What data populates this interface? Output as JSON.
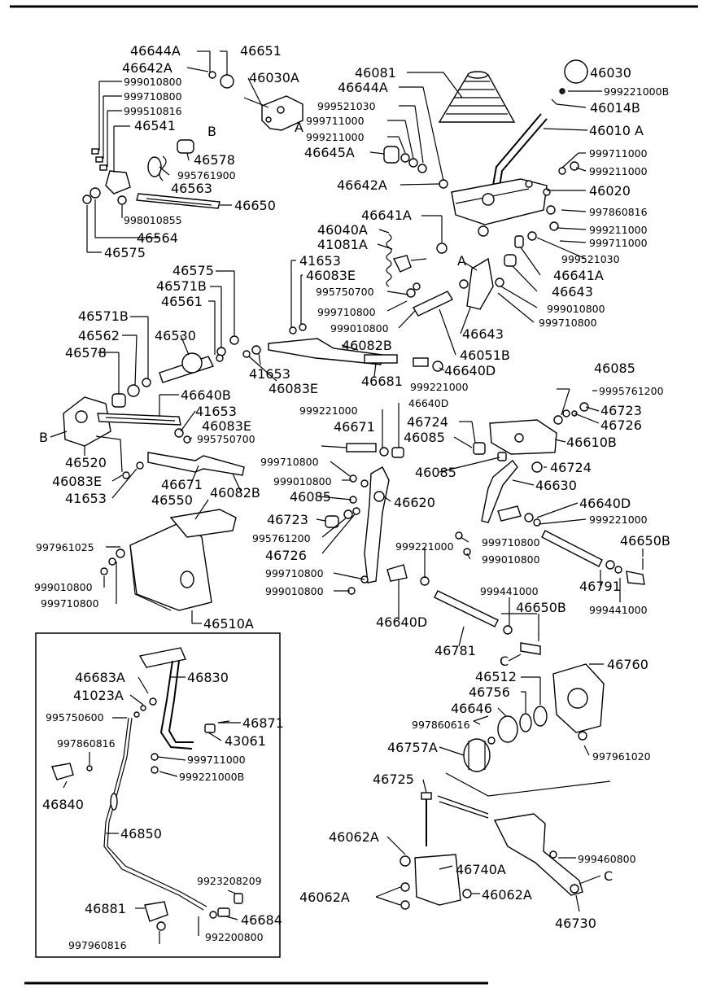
{
  "parts": {
    "p46644A_top": "46644A",
    "p46651": "46651",
    "p46642A_top": "46642A",
    "p46030A": "46030A",
    "p999010800_a": "999010800",
    "p999710800_a": "999710800",
    "p999510816": "999510816",
    "p46541": "46541",
    "pB_1": "B",
    "p46578_a": "46578",
    "p995761900": "995761900",
    "p46563": "46563",
    "p46650": "46650",
    "p998010855": "998010855",
    "p46564": "46564",
    "p46575_a": "46575",
    "p46081": "46081",
    "p46644A_b": "46644A",
    "p999521030_a": "999521030",
    "p999711000_a": "999711000",
    "p999211000_a": "999211000",
    "p46645A": "46645A",
    "p46642A_b": "46642A",
    "p46030": "46030",
    "p999221000B_a": "999221000B",
    "p46014B": "46014B",
    "p46010A": "46010 A",
    "p999711000_b": "999711000",
    "p999211000_b": "999211000",
    "p46020": "46020",
    "p997860816_a": "997860816",
    "p999211000_c": "999211000",
    "p999711000_c": "999711000",
    "p999521030_b": "999521030",
    "p46641A_a": "46641A",
    "p46641A_b": "46641A",
    "p46040A": "46040A",
    "p41081A": "41081A",
    "p41653_a": "41653",
    "p46083E_a": "46083E",
    "p995750700_a": "995750700",
    "p999710800_b": "999710800",
    "p999010800_b": "999010800",
    "pA_1": "A",
    "pA_2": "A",
    "p46643_a": "46643",
    "p999010800_c": "999010800",
    "p999710800_c": "999710800",
    "p46643_b": "46643",
    "p46051B": "46051B",
    "p46575_b": "46575",
    "p46571B_a": "46571B",
    "p46561": "46561",
    "p46571B_b": "46571B",
    "p46562": "46562",
    "p46530": "46530",
    "p46578_b": "46578",
    "p46082B_a": "46082B",
    "p41653_b": "41653",
    "p46083E_b": "46083E",
    "p46681": "46681",
    "p46640D_a": "46640D",
    "p999221000_a": "999221000",
    "p46640B": "46640B",
    "p41653_c": "41653",
    "p46083E_c": "46083E",
    "p995750700_b": "995750700",
    "pB_2": "B",
    "p46520": "46520",
    "p46083E_d": "46083E",
    "p41653_d": "41653",
    "p999221000_b": "999221000",
    "p46640D_b": "46640D",
    "p46671_a": "46671",
    "p46724_a": "46724",
    "p46085_a": "46085",
    "p46085_top": "46085",
    "p9995761200": "9995761200",
    "p46723_a": "46723",
    "p46726_a": "46726",
    "p46610B": "46610B",
    "p999710800_d": "999710800",
    "p999010800_d": "999010800",
    "p46671_b": "46671",
    "p46082B_b": "46082B",
    "p46085_b": "46085",
    "p46085_c": "46085",
    "p46724_b": "46724",
    "p46630": "46630",
    "p46620": "46620",
    "p46550": "46550",
    "p46723_b": "46723",
    "p995761200": "995761200",
    "p46726_b": "46726",
    "p46640D_c": "46640D",
    "p999221000_c": "999221000",
    "p997961025": "997961025",
    "p999221000_d": "999221000",
    "p999710800_e": "999710800",
    "p999010800_e": "999010800",
    "p46650B_a": "46650B",
    "p999010800_f": "999010800",
    "p999710800_f": "999710800",
    "p999710800_g": "999710800",
    "p999010800_g": "999010800",
    "p46640D_d": "46640D",
    "p999441000_a": "999441000",
    "p46650B_b": "46650B",
    "p46791": "46791",
    "p999441000_b": "999441000",
    "p46510A": "46510A",
    "p46781": "46781",
    "pC_1": "C",
    "p46683A": "46683A",
    "p46830": "46830",
    "p41023A": "41023A",
    "p995750600": "995750600",
    "p46871": "46871",
    "p43061": "43061",
    "p997860816_b": "997860816",
    "p999711000_d": "999711000",
    "p999221000B_b": "999221000B",
    "p46840": "46840",
    "p46850": "46850",
    "p9923208209": "9923208209",
    "p46881": "46881",
    "p46684": "46684",
    "p997960816": "997960816",
    "p992200800": "992200800",
    "p46760": "46760",
    "p46512": "46512",
    "p46756": "46756",
    "p46646": "46646",
    "p997860616": "997860616",
    "p46757A": "46757A",
    "p997961020": "997961020",
    "p46725": "46725",
    "p46062A_a": "46062A",
    "p46740A": "46740A",
    "p999460800": "999460800",
    "pC_2": "C",
    "p46062A_b": "46062A",
    "p46062A_c": "46062A",
    "p46730": "46730"
  }
}
